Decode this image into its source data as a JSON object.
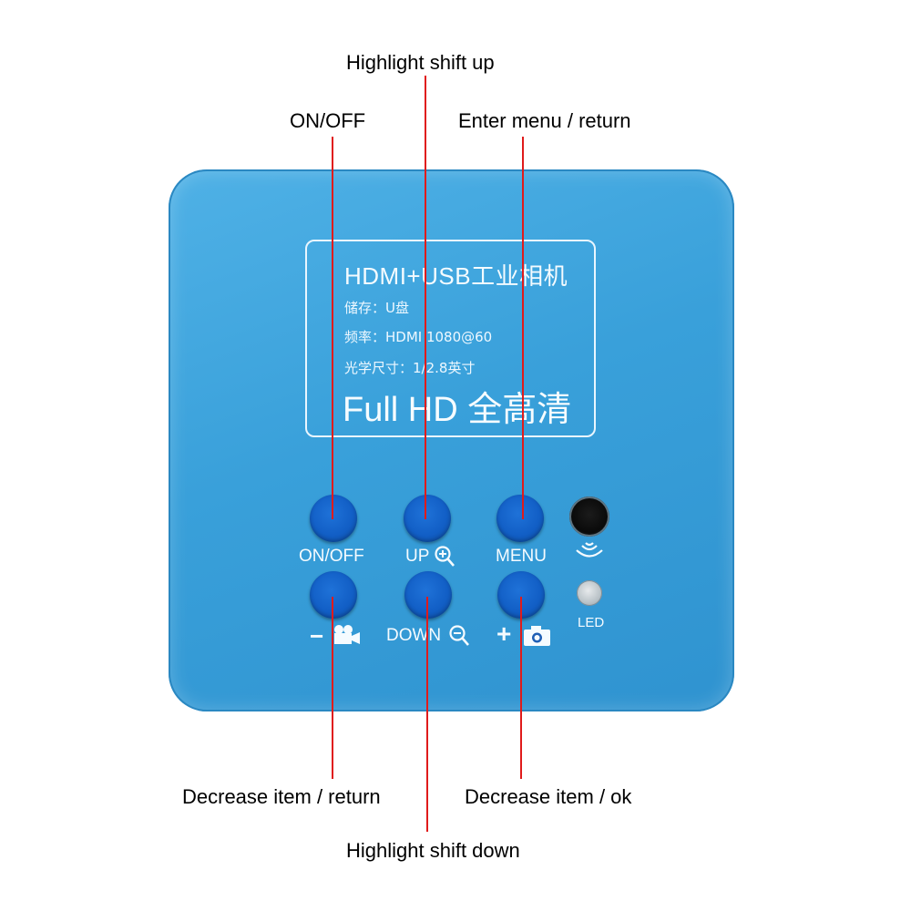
{
  "callouts": {
    "highlight_up": "Highlight shift up",
    "on_off": "ON/OFF",
    "enter_menu": "Enter menu / return",
    "decrease_return": "Decrease item / return",
    "highlight_down": "Highlight shift down",
    "decrease_ok": "Decrease item / ok"
  },
  "panel": {
    "title": "HDMI+USB工业相机",
    "storage": "储存：U盘",
    "frequency": "频率：HDMI 1080@60",
    "sensor_size": "光学尺寸：1/2.8英寸",
    "big": "Full HD 全高清"
  },
  "buttons": {
    "on_off": "ON/OFF",
    "up": "UP",
    "menu": "MENU",
    "down": "DOWN",
    "minus": "−",
    "plus": "+",
    "led": "LED"
  },
  "colors": {
    "device": "#39a0da",
    "button": "#125fc6",
    "leader": "#e01b1b"
  },
  "icons": [
    "zoom-in-icon",
    "zoom-out-icon",
    "video-camera-icon",
    "photo-camera-icon",
    "wireless-signal-icon"
  ]
}
